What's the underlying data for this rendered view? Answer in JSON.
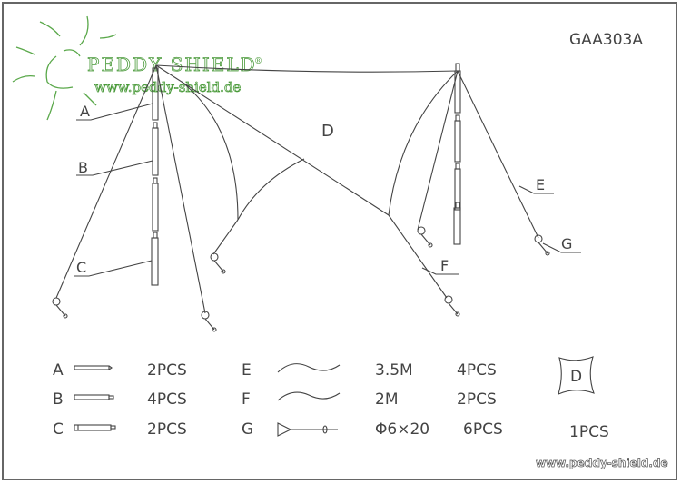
{
  "drawing": {
    "model_code": "GAA303A",
    "shade_label": "D",
    "callouts": [
      "A",
      "B",
      "C",
      "E",
      "F",
      "G"
    ]
  },
  "watermark": {
    "brand": "PEDDY SHIELD",
    "registered_mark": "®",
    "url": "www.peddy-shield.de",
    "color": "#4a9a3a"
  },
  "parts_list": [
    {
      "label": "A",
      "icon": "pole-segment-a-icon",
      "spec": "",
      "qty": "2PCS"
    },
    {
      "label": "B",
      "icon": "pole-segment-b-icon",
      "spec": "",
      "qty": "4PCS"
    },
    {
      "label": "C",
      "icon": "pole-segment-c-icon",
      "spec": "",
      "qty": "2PCS"
    },
    {
      "label": "E",
      "icon": "rope-icon",
      "spec": "3.5M",
      "qty": "4PCS"
    },
    {
      "label": "F",
      "icon": "rope-icon",
      "spec": "2M",
      "qty": "2PCS"
    },
    {
      "label": "G",
      "icon": "ground-stake-icon",
      "spec": "Φ6×20",
      "qty": "6PCS"
    },
    {
      "label": "D",
      "icon": "shade-sail-icon",
      "spec": "",
      "qty": "1PCS"
    }
  ],
  "footer": {
    "url": "www.peddy-shield.de"
  }
}
